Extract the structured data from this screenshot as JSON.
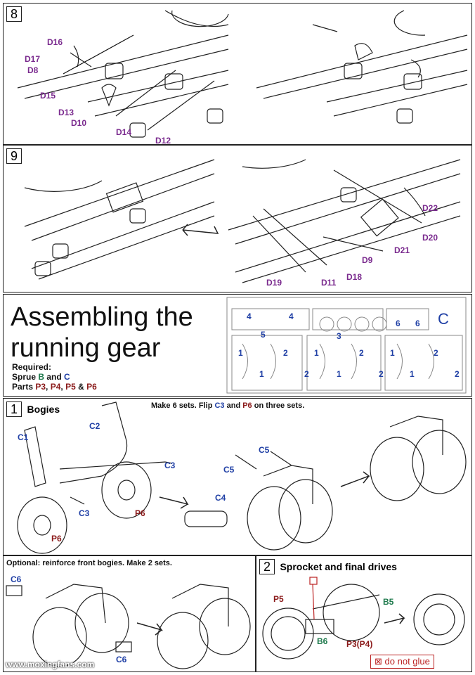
{
  "step8": {
    "number": "8",
    "labels": {
      "d16": "D16",
      "d17": "D17",
      "d8": "D8",
      "d15": "D15",
      "d13": "D13",
      "d10": "D10",
      "d14": "D14",
      "d12": "D12"
    }
  },
  "step9": {
    "number": "9",
    "labels": {
      "d22": "D22",
      "d20": "D20",
      "d21": "D21",
      "d9": "D9",
      "d18": "D18",
      "d19": "D19",
      "d11": "D11"
    }
  },
  "section": {
    "title_line1": "Assembling the",
    "title_line2": "running gear",
    "required": "Required:",
    "sprue_prefix": "Sprue ",
    "sprue_b": "B",
    "sprue_and": " and ",
    "sprue_c": "C",
    "parts_prefix": "Parts ",
    "p3": "P3",
    "comma1": ", ",
    "p4": "P4",
    "comma2": ", ",
    "p5": "P5",
    "amp": " & ",
    "p6": "P6",
    "sprue_letter": "C",
    "sprue_numbers": [
      "4",
      "4",
      "5",
      "3",
      "6",
      "6",
      "1",
      "2",
      "1",
      "2",
      "1",
      "2",
      "1",
      "2",
      "1",
      "2",
      "1",
      "2"
    ]
  },
  "step1": {
    "number": "1",
    "title": "Bogies",
    "note_prefix": "Make 6 sets. Flip ",
    "note_c3": "C3",
    "note_and": " and ",
    "note_p6": "P6",
    "note_suffix": " on three sets.",
    "labels": {
      "c1": "C1",
      "c2": "C2",
      "c3a": "C3",
      "c3b": "C3",
      "p6a": "P6",
      "p6b": "P6",
      "c5a": "C5",
      "c5b": "C5",
      "c4": "C4"
    }
  },
  "optional": {
    "note": "Optional: reinforce front bogies. Make 2 sets.",
    "labels": {
      "c6a": "C6",
      "c6b": "C6"
    }
  },
  "step2": {
    "number": "2",
    "title": "Sprocket and final drives",
    "labels": {
      "p5": "P5",
      "b5": "B5",
      "b6": "B6",
      "p3p4": "P3(P4)"
    },
    "do_not_glue": "do not glue",
    "nog_icon": "⊠"
  },
  "watermark": "www.moxingfans.com"
}
